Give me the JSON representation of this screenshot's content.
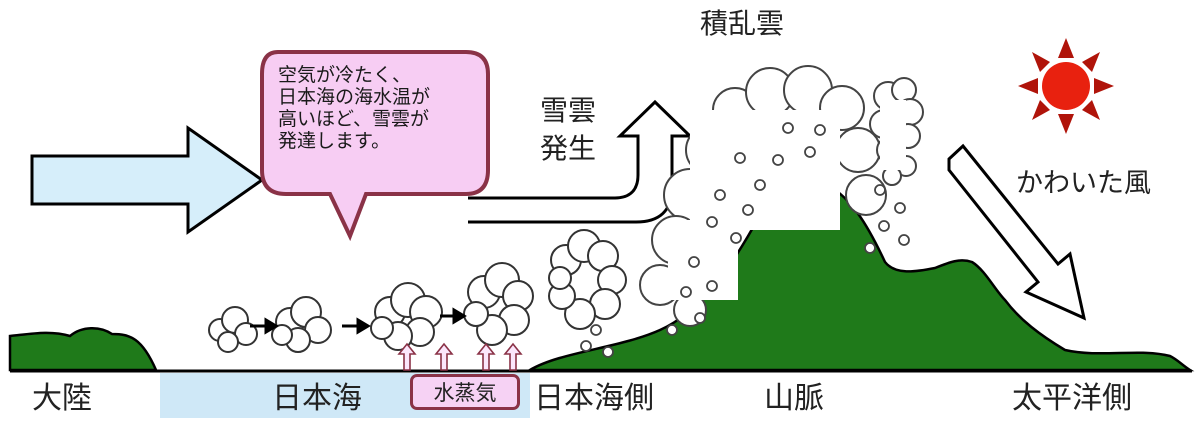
{
  "labels": {
    "continent": "大陸",
    "sea": "日本海",
    "vapor": "水蒸気",
    "sea_side": "日本海側",
    "mountains": "山脈",
    "pacific_side": "太平洋側",
    "cumulonimbus": "積乱雲",
    "snow_cloud_line1": "雪雲",
    "snow_cloud_line2": "発生",
    "dry_wind": "かわいた風"
  },
  "bubble": {
    "lines": [
      "空気が冷たく、",
      "日本海の海水温が",
      "高いほど、雪雲が",
      "発達します。"
    ]
  },
  "icons": {
    "sun": "sun-icon",
    "wind_arrow": "wind-arrow-icon",
    "updraft_arrow": "updraft-arrow-icon",
    "downslope_arrow": "downslope-arrow-icon"
  },
  "colors": {
    "land": "#1f7a1a",
    "sea": "#cfe8f7",
    "arrow_fill": "#d6eefa",
    "bubble_fill": "#f7cdf3",
    "bubble_border": "#8a3247",
    "sun": "#e8210f",
    "sun_ray": "#b0140a"
  }
}
